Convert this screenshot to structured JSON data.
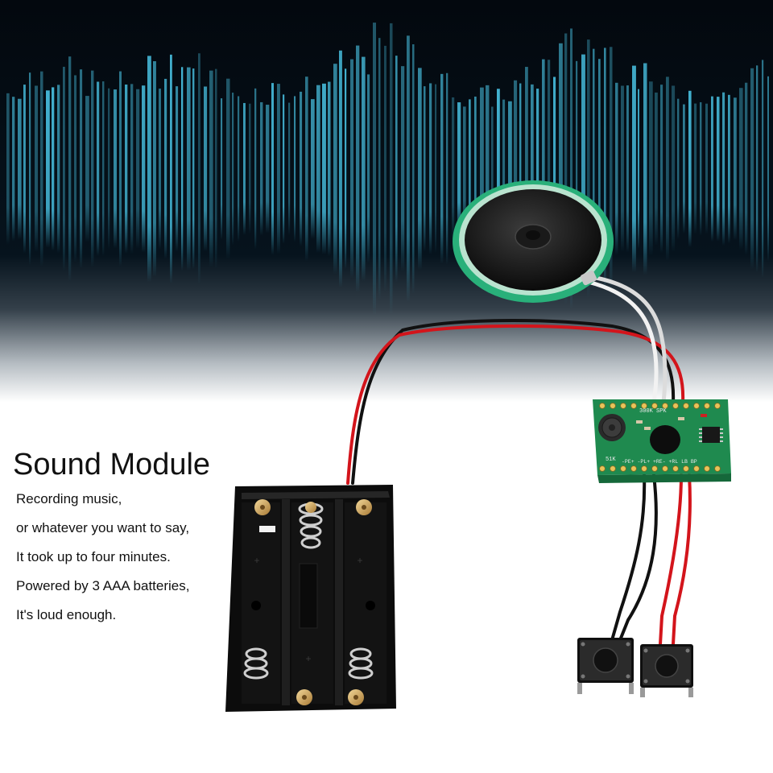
{
  "product": {
    "title": "Sound Module",
    "description": [
      "Recording music,",
      "or whatever you want to say,",
      "It took up to four minutes.",
      "Powered by 3 AAA batteries,",
      "It's loud enough."
    ]
  },
  "colors": {
    "sound_wave": "#4fd2f5",
    "background_dark": "#03080e",
    "pcb": "#1f8a4f",
    "speaker_ring": "#29b07a",
    "wire_red": "#d3141b",
    "wire_black": "#111111"
  },
  "pcb_labels": {
    "top": "300K SPK",
    "bottom": "-PE+ -PL+ +RE- +RL LB BP",
    "left": "51K"
  }
}
